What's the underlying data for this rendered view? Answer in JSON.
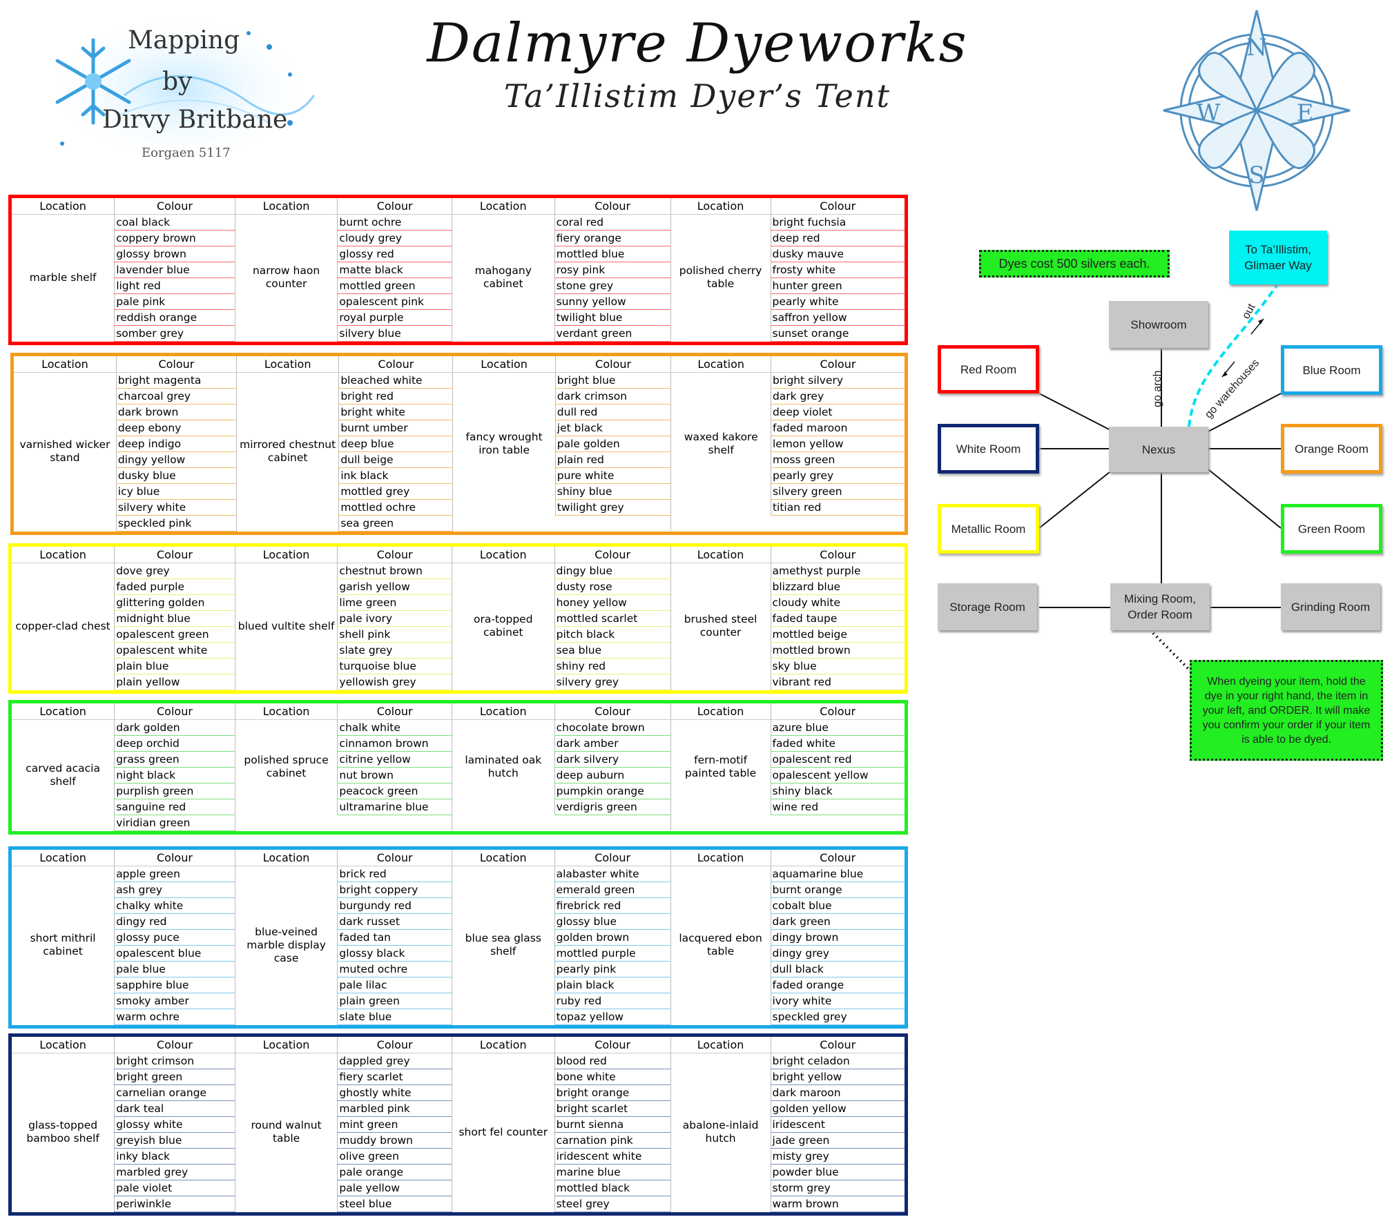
{
  "logo": {
    "line1": "Mapping",
    "line2": "by",
    "line3": "Dirvy Britbane",
    "line4": "Eorgaen 5117"
  },
  "header": {
    "title": "Dalmyre Dyeworks",
    "subtitle": "Ta’Illistim Dyer’s Tent"
  },
  "compass": {
    "letters": [
      "N",
      "E",
      "S",
      "W"
    ]
  },
  "tables": [
    {
      "room": "red",
      "color": "#ff0000",
      "header": [
        "Location",
        "Colour",
        "Location",
        "Colour",
        "Location",
        "Colour",
        "Location",
        "Colour"
      ],
      "groups": [
        {
          "location": "marble shelf",
          "colours": [
            "coal black",
            "coppery brown",
            "glossy brown",
            "lavender blue",
            "light red",
            "pale pink",
            "reddish orange",
            "somber grey"
          ]
        },
        {
          "location": "narrow haon counter",
          "colours": [
            "burnt ochre",
            "cloudy grey",
            "glossy red",
            "matte black",
            "mottled green",
            "opalescent pink",
            "royal purple",
            "silvery blue"
          ]
        },
        {
          "location": "mahogany cabinet",
          "colours": [
            "coral red",
            "fiery orange",
            "mottled blue",
            "rosy pink",
            "stone grey",
            "sunny yellow",
            "twilight blue",
            "verdant green"
          ]
        },
        {
          "location": "polished cherry table",
          "colours": [
            "bright fuchsia",
            "deep red",
            "dusky mauve",
            "frosty white",
            "hunter green",
            "pearly white",
            "saffron yellow",
            "sunset orange"
          ]
        }
      ]
    },
    {
      "room": "orange",
      "color": "#f59b1a",
      "header": [
        "Location",
        "Colour",
        "Location",
        "Colour",
        "Location",
        "Colour",
        "Location",
        "Colour"
      ],
      "groups": [
        {
          "location": "varnished wicker stand",
          "colours": [
            "bright magenta",
            "charcoal grey",
            "dark brown",
            "deep ebony",
            "deep indigo",
            "dingy yellow",
            "dusky blue",
            "icy blue",
            "silvery white",
            "speckled pink"
          ]
        },
        {
          "location": "mirrored chestnut cabinet",
          "colours": [
            "bleached white",
            "bright red",
            "bright white",
            "burnt umber",
            "deep blue",
            "dull beige",
            "ink black",
            "mottled grey",
            "mottled ochre",
            "sea green"
          ]
        },
        {
          "location": "fancy wrought iron table",
          "colours": [
            "bright blue",
            "dark crimson",
            "dull red",
            "jet black",
            "pale golden",
            "plain red",
            "pure white",
            "shiny blue",
            "twilight grey"
          ]
        },
        {
          "location": "waxed kakore shelf",
          "colours": [
            "bright silvery",
            "dark grey",
            "deep violet",
            "faded maroon",
            "lemon yellow",
            "moss green",
            "pearly grey",
            "silvery green",
            "titian red"
          ]
        }
      ]
    },
    {
      "room": "yellow",
      "color": "#ffff00",
      "header": [
        "Location",
        "Colour",
        "Location",
        "Colour",
        "Location",
        "Colour",
        "Location",
        "Colour"
      ],
      "groups": [
        {
          "location": "copper-clad chest",
          "colours": [
            "dove grey",
            "faded purple",
            "glittering golden",
            "midnight blue",
            "opalescent green",
            "opalescent white",
            "plain blue",
            "plain yellow"
          ]
        },
        {
          "location": "blued vultite  shelf",
          "colours": [
            "chestnut brown",
            "garish yellow",
            "lime green",
            "pale ivory",
            "shell pink",
            "slate grey",
            "turquoise blue",
            "yellowish grey"
          ]
        },
        {
          "location": "ora-topped cabinet",
          "colours": [
            "dingy blue",
            "dusty rose",
            "honey yellow",
            "mottled scarlet",
            "pitch black",
            "sea blue",
            "shiny red",
            "silvery grey"
          ]
        },
        {
          "location": "brushed steel counter",
          "colours": [
            "amethyst purple",
            "blizzard blue",
            "cloudy white",
            "faded taupe",
            "mottled beige",
            "mottled brown",
            "sky blue",
            "vibrant red"
          ]
        }
      ]
    },
    {
      "room": "green",
      "color": "#22ee22",
      "header": [
        "Location",
        "Colour",
        "Location",
        "Colour",
        "Location",
        "Colour",
        "Location",
        "Colour"
      ],
      "groups": [
        {
          "location": "carved acacia shelf",
          "colours": [
            "dark golden",
            "deep orchid",
            "grass green",
            "night black",
            "purplish green",
            "sanguine red",
            "viridian green"
          ]
        },
        {
          "location": "polished spruce cabinet",
          "colours": [
            "chalk white",
            "cinnamon brown",
            "citrine yellow",
            "nut brown",
            "peacock green",
            "ultramarine blue"
          ]
        },
        {
          "location": "laminated oak hutch",
          "colours": [
            "chocolate brown",
            "dark amber",
            "dark silvery",
            "deep auburn",
            "pumpkin orange",
            "verdigris green"
          ]
        },
        {
          "location": "fern-motif painted table",
          "colours": [
            "azure blue",
            "faded white",
            "opalescent red",
            "opalescent yellow",
            "shiny black",
            "wine red"
          ]
        }
      ]
    },
    {
      "room": "blue",
      "color": "#1aa8e8",
      "header": [
        "Location",
        "Colour",
        "Location",
        "Colour",
        "Location",
        "Colour",
        "Location",
        "Colour"
      ],
      "groups": [
        {
          "location": "short mithril cabinet",
          "colours": [
            "apple green",
            "ash grey",
            "chalky white",
            "dingy red",
            "glossy puce",
            "opalescent blue",
            "pale blue",
            "sapphire blue",
            "smoky amber",
            "warm ochre"
          ]
        },
        {
          "location": "blue-veined marble display case",
          "colours": [
            "brick red",
            "bright coppery",
            "burgundy red",
            "dark russet",
            "faded tan",
            "glossy black",
            "muted ochre",
            "pale lilac",
            "plain green",
            "slate blue"
          ]
        },
        {
          "location": "blue sea glass shelf",
          "colours": [
            "alabaster white",
            "emerald green",
            "firebrick red",
            "glossy blue",
            "golden brown",
            "mottled purple",
            "pearly pink",
            "plain black",
            "ruby red",
            "topaz yellow"
          ]
        },
        {
          "location": "lacquered ebon table",
          "colours": [
            "aquamarine blue",
            "burnt orange",
            "cobalt blue",
            "dark green",
            "dingy brown",
            "dingy grey",
            "dull black",
            "faded orange",
            "ivory white",
            "speckled grey"
          ]
        }
      ]
    },
    {
      "room": "navy",
      "color": "#102870",
      "header": [
        "Location",
        "Colour",
        "Location",
        "Colour",
        "Location",
        "Colour",
        "Location",
        "Colour"
      ],
      "groups": [
        {
          "location": "glass-topped bamboo shelf",
          "colours": [
            "bright crimson",
            "bright green",
            "carnelian orange",
            "dark teal",
            "glossy white",
            "greyish blue",
            "inky black",
            "marbled grey",
            "pale violet",
            "periwinkle"
          ]
        },
        {
          "location": "round walnut table",
          "colours": [
            "dappled grey",
            "fiery scarlet",
            "ghostly white",
            "marbled pink",
            "mint green",
            "muddy brown",
            "olive green",
            "pale orange",
            "pale yellow",
            "steel blue"
          ]
        },
        {
          "location": "short fel  counter",
          "colours": [
            "blood red",
            "bone white",
            "bright orange",
            "bright scarlet",
            "burnt sienna",
            "carnation pink",
            "iridescent white",
            "marine blue",
            "mottled black",
            "steel grey"
          ]
        },
        {
          "location": "abalone-inlaid hutch",
          "colours": [
            "bright celadon",
            "bright yellow",
            "dark maroon",
            "golden yellow",
            "iridescent",
            "jade green",
            "misty grey",
            "powder blue",
            "storm grey",
            "warm brown"
          ]
        }
      ]
    }
  ],
  "map": {
    "cost_note": "Dyes cost 500 silvers each.",
    "exit_box": "To Ta’Illistim, Glimaer Way",
    "showroom": "Showroom",
    "nexus": "Nexus",
    "red_room": "Red Room",
    "white_room": "White Room",
    "metallic_room": "Metallic Room",
    "blue_room": "Blue Room",
    "orange_room": "Orange Room",
    "green_room": "Green Room",
    "storage_room": "Storage Room",
    "mixing_room": "Mixing Room, Order Room",
    "grinding_room": "Grinding Room",
    "label_out": "out",
    "label_go_arch": "go arch",
    "label_go_warehouses": "go warehouses",
    "instructions": "When dyeing your item, hold the dye in your right hand, the item in your left, and ORDER.  It will make you confirm your order if your item is able to be dyed."
  },
  "colors": {
    "red": "#ff0000",
    "orange": "#f59b1a",
    "yellow": "#ffff00",
    "green": "#22ee22",
    "blue": "#1aa8e8",
    "navy": "#102870",
    "white_room": "#102870",
    "metallic": "#ffff00",
    "cyan": "#00f2f2",
    "grey_box": "#c7c7c7",
    "note_green": "#22ee22"
  }
}
